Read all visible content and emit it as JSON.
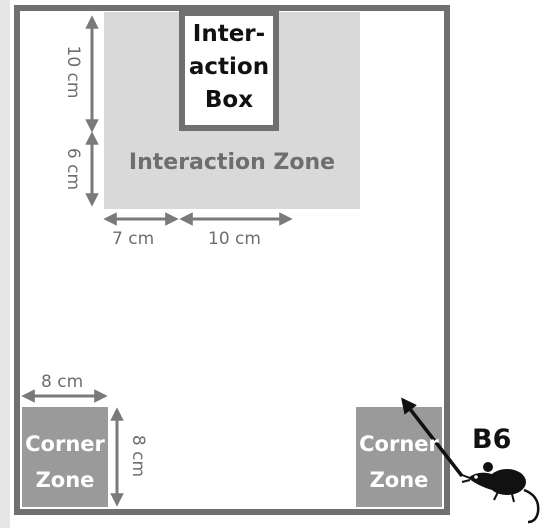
{
  "diagram": {
    "interaction_box": {
      "line1": "Inter-",
      "line2": "action",
      "line3": "Box"
    },
    "interaction_zone": {
      "label": "Interaction Zone"
    },
    "corner_zones": [
      {
        "line1": "Corner",
        "line2": "Zone"
      },
      {
        "line1": "Corner",
        "line2": "Zone"
      }
    ],
    "dimensions": {
      "box_height": "10 cm",
      "zone_depth": "6 cm",
      "zone_side": "7 cm",
      "box_width": "10 cm",
      "corner_width": "8 cm",
      "corner_height": "8 cm"
    },
    "mouse": {
      "strain": "B6",
      "icon": "mouse-icon"
    },
    "colors": {
      "arena_border": "#707070",
      "interaction_zone": "#d9d9d9",
      "corner_zone": "#9a9a9a",
      "dimension": "#7a7a7a"
    }
  }
}
